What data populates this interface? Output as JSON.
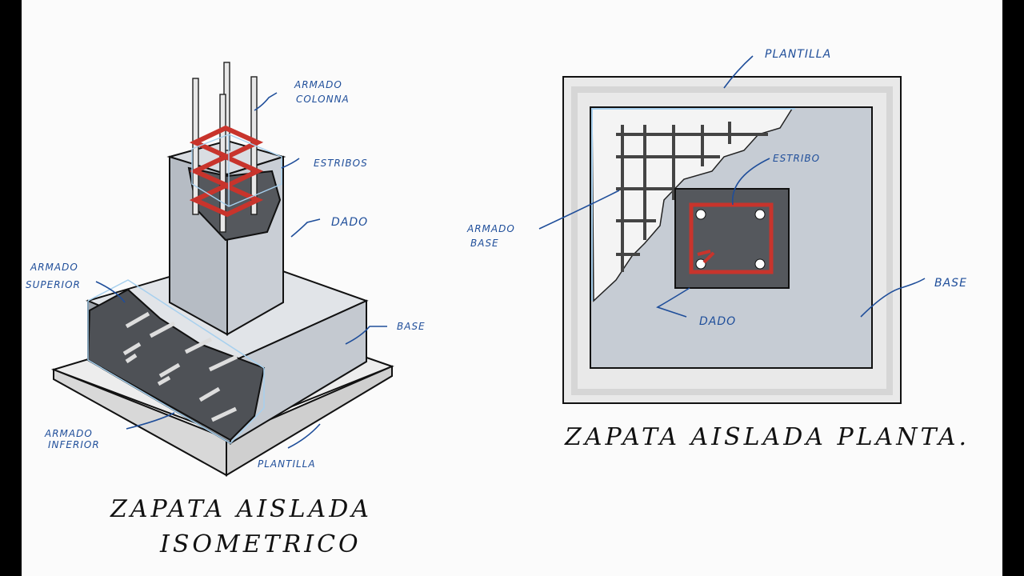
{
  "labels": {
    "armado_colonna_l1": "ARMADO",
    "armado_colonna_l2": "COLONNA",
    "estribos": "ESTRIBOS",
    "dado": "DADO",
    "armado_superior_l1": "ARMADO",
    "armado_superior_l2": "SUPERIOR",
    "base": "BASE",
    "armado_inferior_l1": "ARMADO",
    "armado_inferior_l2": "INFERIOR",
    "plantilla": "PLANTILLA"
  },
  "plan_labels": {
    "plantilla": "PLANTILLA",
    "estribo": "ESTRIBO",
    "armado_base_l1": "ARMADO",
    "armado_base_l2": "BASE",
    "dado": "DADO",
    "base": "BASE"
  },
  "titles": {
    "iso_l1": "ZAPATA AISLADA",
    "iso_l2": "ISOMETRICO",
    "plan": "ZAPATA AISLADA PLANTA."
  },
  "colors": {
    "ink": "#111111",
    "label_blue": "#1f4e9a",
    "stirrup_red": "#c8342c",
    "concrete": "#c7ccd3",
    "concrete_dark": "#5a5d63"
  }
}
